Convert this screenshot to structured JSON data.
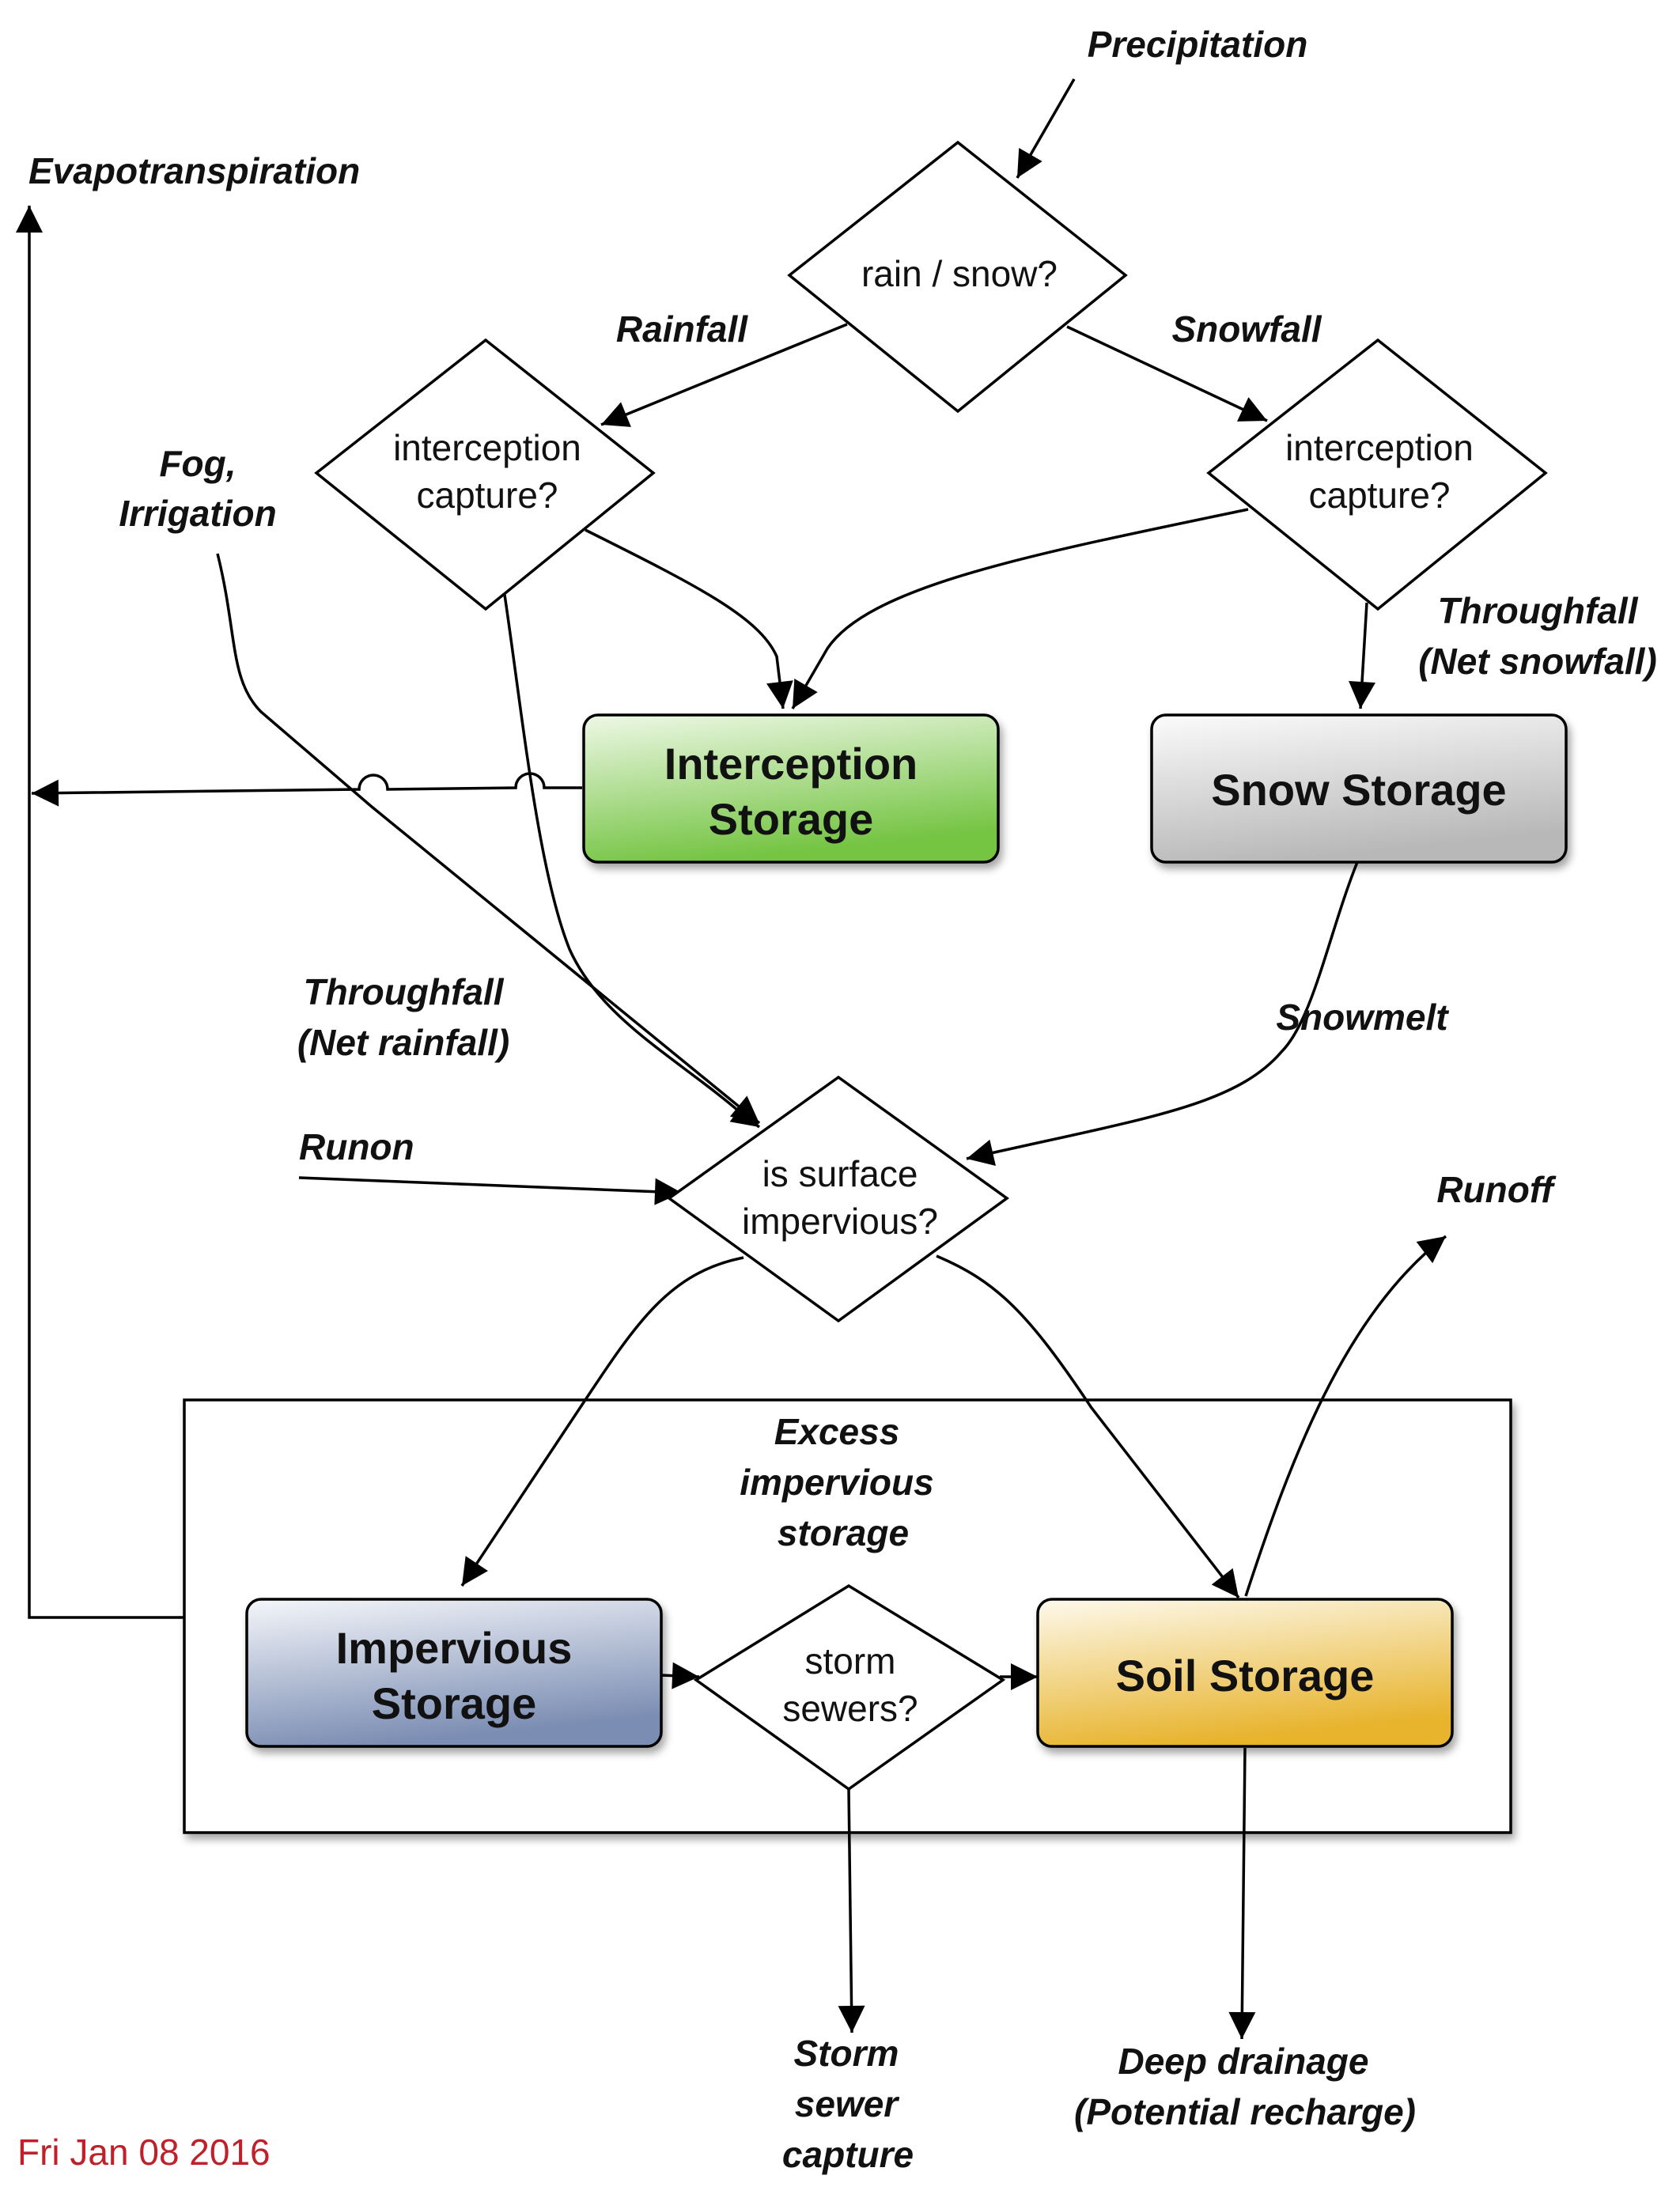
{
  "labels": {
    "precipitation": "Precipitation",
    "evapotranspiration": "Evapotranspiration",
    "rainfall": "Rainfall",
    "snowfall": "Snowfall",
    "fog_irrigation_1": "Fog,",
    "fog_irrigation_2": "Irrigation",
    "throughfall_snow_1": "Throughfall",
    "throughfall_snow_2": "(Net snowfall)",
    "throughfall_rain_1": "Throughfall",
    "throughfall_rain_2": "(Net rainfall)",
    "snowmelt": "Snowmelt",
    "runon": "Runon",
    "runoff": "Runoff",
    "excess_1": "Excess",
    "excess_2": "impervious",
    "excess_3": "storage",
    "storm_sewer_1": "Storm",
    "storm_sewer_2": "sewer",
    "storm_sewer_3": "capture",
    "deep_drainage_1": "Deep drainage",
    "deep_drainage_2": "(Potential recharge)"
  },
  "decisions": {
    "rain_snow": "rain / snow?",
    "interception_left_1": "interception",
    "interception_left_2": "capture?",
    "interception_right_1": "interception",
    "interception_right_2": "capture?",
    "impervious_1": "is surface",
    "impervious_2": "impervious?",
    "storm_sewers_1": "storm",
    "storm_sewers_2": "sewers?"
  },
  "storages": {
    "interception_1": "Interception",
    "interception_2": "Storage",
    "snow": "Snow Storage",
    "impervious_1": "Impervious",
    "impervious_2": "Storage",
    "soil": "Soil Storage"
  },
  "colors": {
    "interception_top": "#eef8e6",
    "interception_bottom": "#74c442",
    "snow_top": "#fbfbfb",
    "snow_bottom": "#b8b8b8",
    "impervious_top": "#f4f6fa",
    "impervious_bottom": "#7b8db3",
    "soil_top": "#fdf9ec",
    "soil_bottom": "#e8b42e",
    "date": "#c0202a"
  },
  "date_stamp": "Fri Jan 08 2016"
}
